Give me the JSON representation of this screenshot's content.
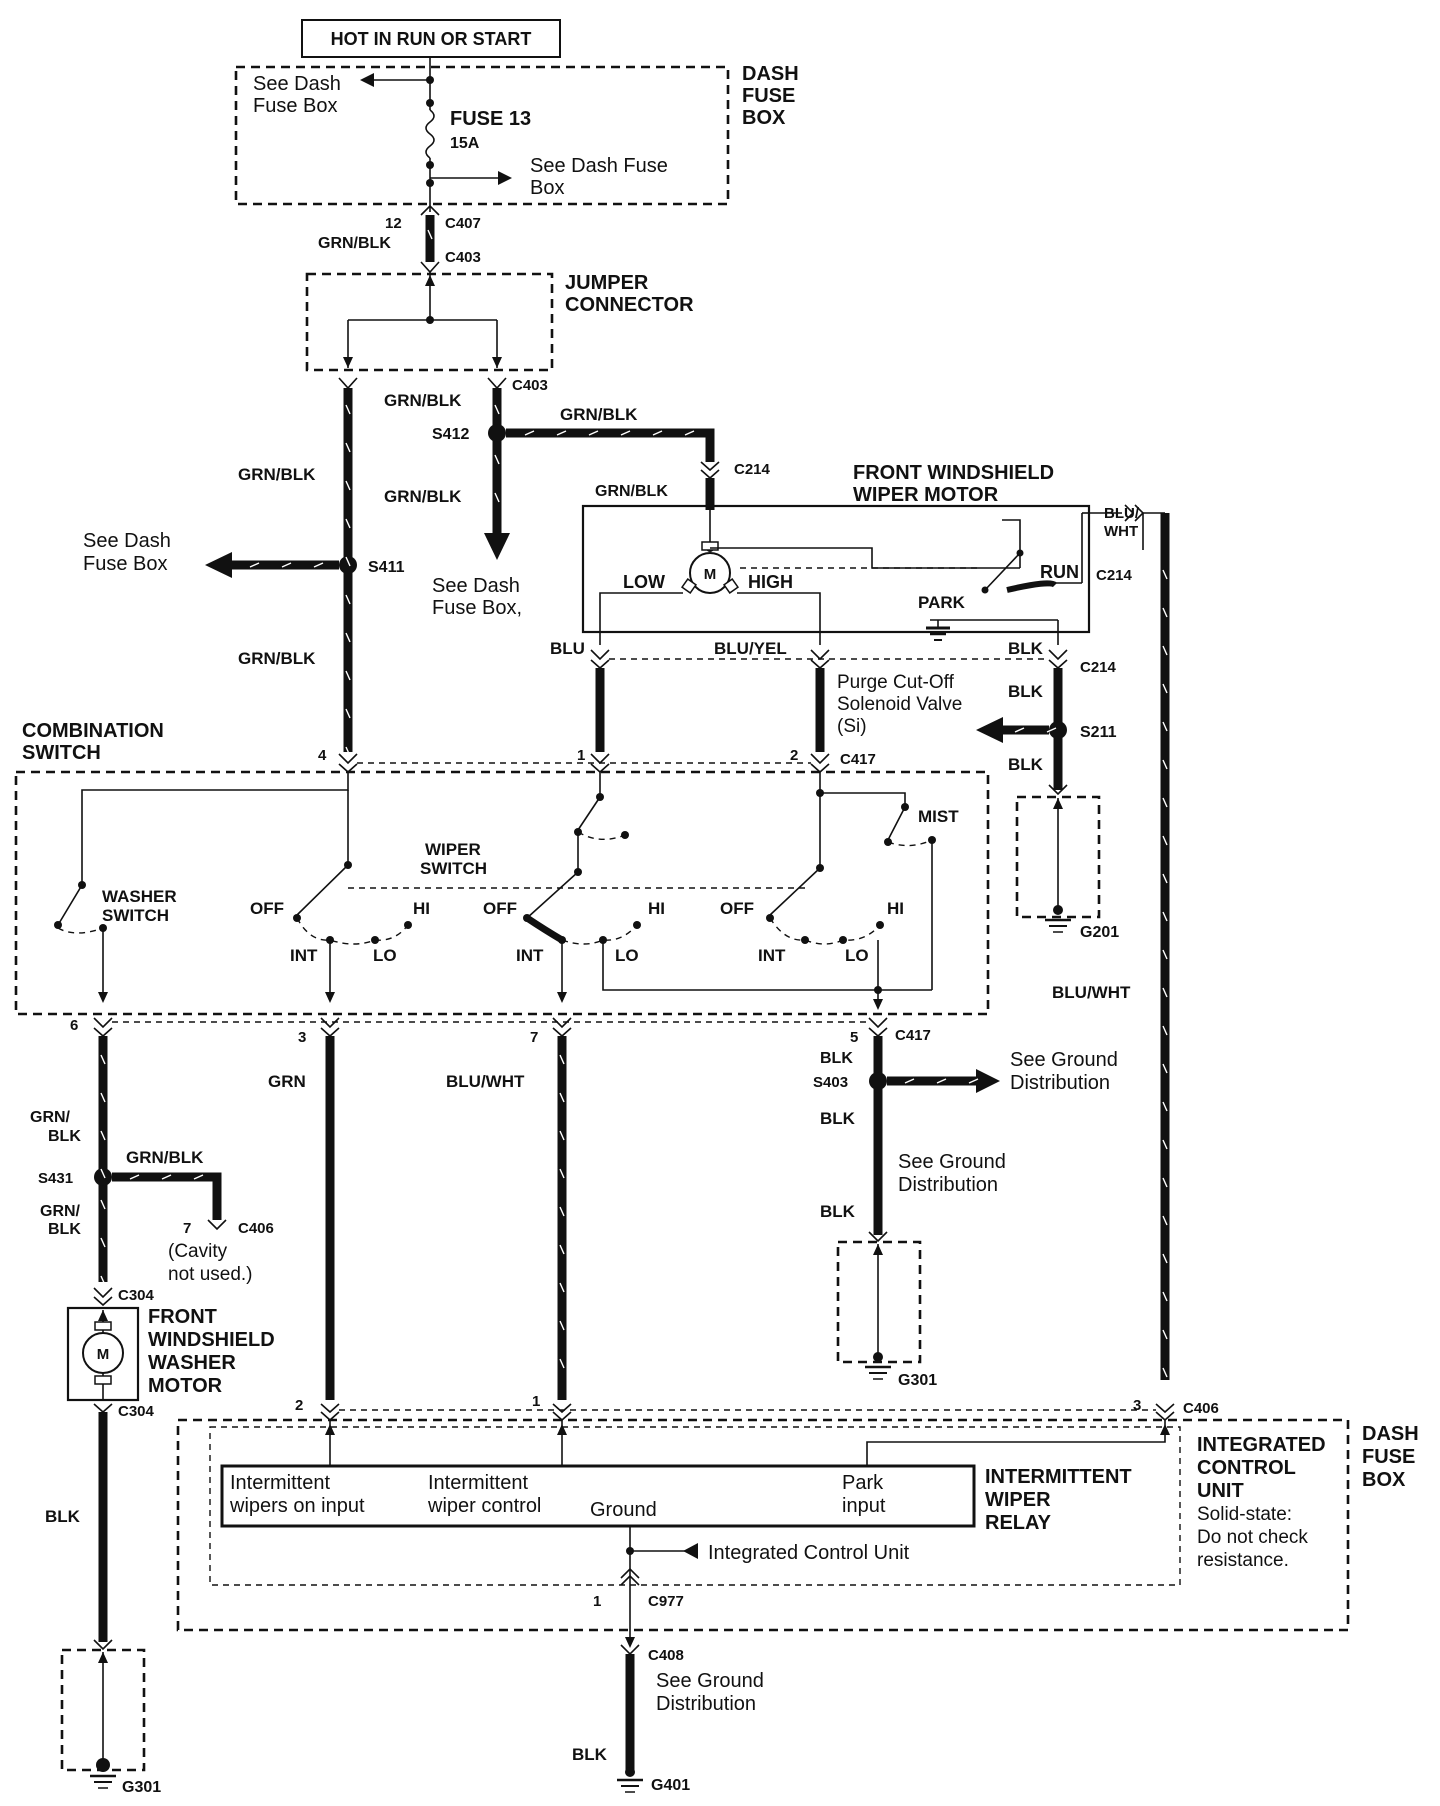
{
  "header": {
    "power_source": "HOT IN RUN OR START"
  },
  "dash_fuse_box": {
    "title": [
      "DASH",
      "FUSE",
      "BOX"
    ],
    "see_top": [
      "See Dash",
      "Fuse Box"
    ],
    "fuse_name": "FUSE 13",
    "fuse_rating": "15A",
    "see_right": [
      "See Dash Fuse",
      "Box"
    ]
  },
  "connectors_top": {
    "pin12": "12",
    "c407": "C407",
    "c403a": "C403",
    "c403b": "C403",
    "wire_top": "GRN/BLK"
  },
  "jumper": {
    "title": [
      "JUMPER",
      "CONNECTOR"
    ]
  },
  "left_feed": {
    "wire_a": "GRN/BLK",
    "wire_b": "GRN/BLK",
    "wire_c": "GRN/BLK",
    "splice": "S411",
    "see": [
      "See Dash",
      "Fuse Box"
    ]
  },
  "center_feed": {
    "wire_a": "GRN/BLK",
    "wire_b": "GRN/BLK",
    "splice": "S412",
    "see": [
      "See Dash",
      "Fuse Box,"
    ],
    "wire_horiz": "GRN/BLK"
  },
  "wiper_motor": {
    "title": [
      "FRONT WINDSHIELD",
      "WIPER MOTOR"
    ],
    "c214_top": "C214",
    "wire_in": "GRN/BLK",
    "motor_symbol": "M",
    "low": "LOW",
    "high": "HIGH",
    "run": "RUN",
    "park": "PARK",
    "out_wire": [
      "BLU/",
      "WHT"
    ],
    "c214_right": "C214",
    "blu": "BLU",
    "blu_yel": "BLU/YEL",
    "blk": "BLK",
    "c214_bottom": "C214",
    "purge": [
      "Purge Cut-Off",
      "Solenoid Valve",
      "(Si)"
    ]
  },
  "ground_g201": {
    "blk_a": "BLK",
    "splice": "S211",
    "blk_b": "BLK",
    "ground": "G201"
  },
  "combination_switch": {
    "title": [
      "COMBINATION",
      "SWITCH"
    ],
    "pins_top": [
      "4",
      "1",
      "2"
    ],
    "c417": "C417",
    "wiper_switch": [
      "WIPER",
      "SWITCH"
    ],
    "mist": "MIST",
    "washer_switch": [
      "WASHER",
      "SWITCH"
    ],
    "off": "OFF",
    "hi": "HI",
    "int": "INT",
    "lo": "LO",
    "pins_bottom": [
      "6",
      "3",
      "7",
      "5"
    ],
    "c417_bottom": "C417"
  },
  "blu_wht_right": "BLU/WHT",
  "lower_wires": {
    "grn": "GRN",
    "blu_wht": "BLU/WHT",
    "blk_a": "BLK",
    "s403": "S403",
    "see_ground_a": [
      "See Ground",
      "Distribution"
    ],
    "blk_b": "BLK",
    "see_ground_b": [
      "See Ground",
      "Distribution"
    ],
    "blk_c": "BLK",
    "g301_mid": "G301"
  },
  "washer": {
    "grn_blk_a": [
      "GRN/",
      "BLK"
    ],
    "s431": "S431",
    "wire_horiz": "GRN/BLK",
    "pin7": "7",
    "c406": "C406",
    "cavity": [
      "(Cavity",
      "not used.)"
    ],
    "grn_blk_b": [
      "GRN/",
      "BLK"
    ],
    "c304_top": "C304",
    "motor_title": [
      "FRONT",
      "WINDSHIELD",
      "WASHER",
      "MOTOR"
    ],
    "motor_symbol": "M",
    "c304_bottom": "C304",
    "blk": "BLK",
    "ground": "G301"
  },
  "relay": {
    "pins": [
      "2",
      "1",
      "3"
    ],
    "c406": "C406",
    "input_a": [
      "Intermittent",
      "wipers on input"
    ],
    "input_b": [
      "Intermittent",
      "wiper control"
    ],
    "ground": "Ground",
    "park": [
      "Park",
      "input"
    ],
    "title": [
      "INTERMITTENT",
      "WIPER",
      "RELAY"
    ],
    "icu": [
      "INTEGRATED",
      "CONTROL",
      "UNIT"
    ],
    "solid_state": [
      "Solid-state:",
      "Do not check",
      "resistance."
    ],
    "dash_fuse_box": [
      "DASH",
      "FUSE",
      "BOX"
    ],
    "icu_label": "Integrated Control Unit"
  },
  "bottom": {
    "pin1": "1",
    "c977": "C977",
    "c408": "C408",
    "see_ground": [
      "See Ground",
      "Distribution"
    ],
    "blk": "BLK",
    "ground": "G401"
  }
}
